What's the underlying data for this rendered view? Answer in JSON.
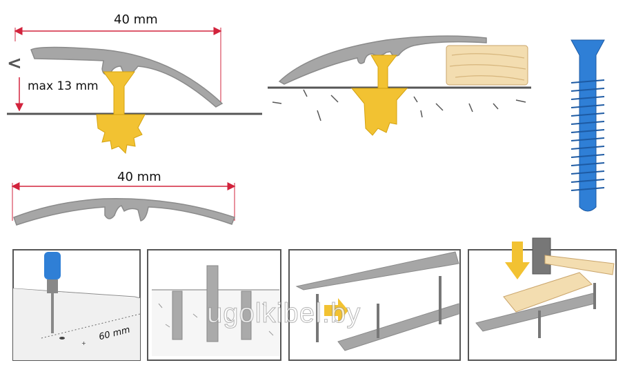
{
  "labels": {
    "width_top": "40 mm",
    "height_max": "max 13 mm",
    "width_bottom": "40 mm",
    "hole_spacing": "60 mm"
  },
  "watermark": "ugolkibel.by",
  "colors": {
    "profile": "#a6a6a6",
    "profile_edge": "#8a8a8a",
    "screw": "#f2c232",
    "dimension": "#d2233c",
    "dowel": "#2f7fd6",
    "wood": "#f3ddb0",
    "frame": "#555555"
  },
  "icons": [
    "drill-icon",
    "hammer-icon",
    "arrow-icon",
    "dowel-icon",
    "screw-icon"
  ]
}
